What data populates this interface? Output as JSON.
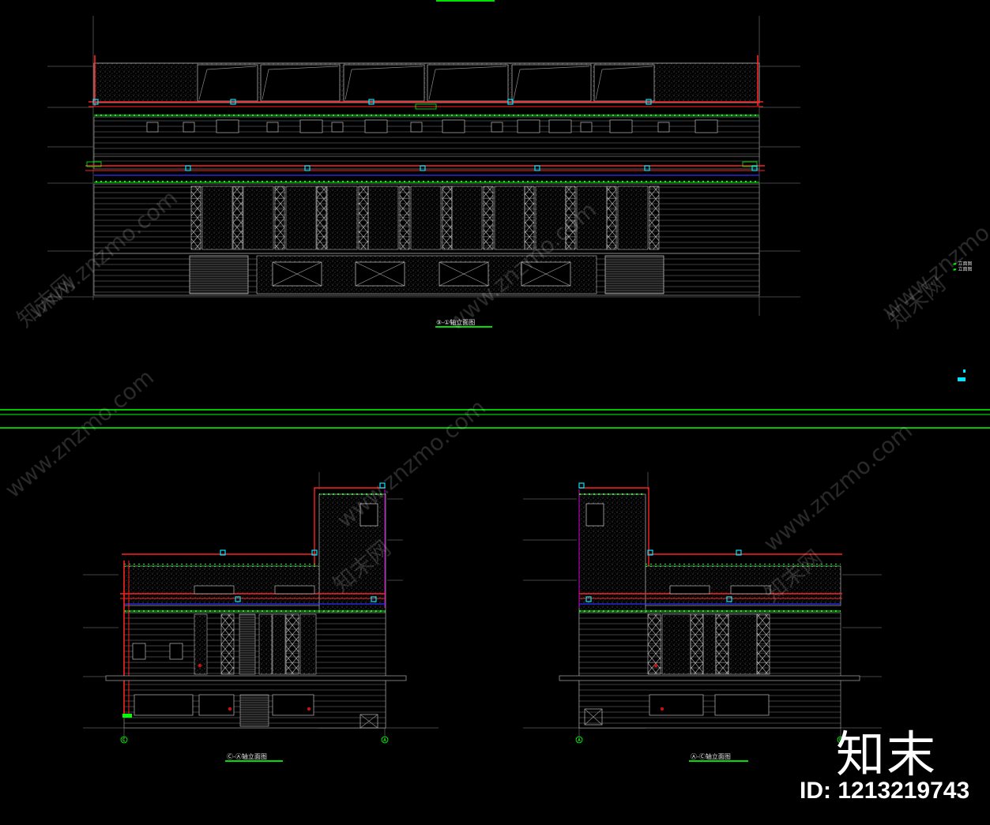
{
  "drawing": {
    "views": [
      {
        "title": "⑨-①轴立面图"
      },
      {
        "title": "Ⓒ-Ⓐ轴立面图"
      },
      {
        "title": "Ⓐ-Ⓒ轴立面图"
      }
    ],
    "axis_labels": {
      "left_c": "Ⓒ",
      "left_a": "Ⓐ",
      "right_a": "Ⓐ",
      "right_c": "Ⓒ"
    },
    "legend": [
      {
        "key": "▰",
        "label": "立面图"
      },
      {
        "key": "▰",
        "label": "立面图"
      }
    ]
  },
  "watermarks": {
    "site": "www.znzmo.com",
    "brand_cn": "知末网"
  },
  "branding": {
    "logo_text": "知末",
    "id_text": "ID: 1213219743"
  },
  "colors": {
    "background": "#000000",
    "linework": "#bdbdbd",
    "roof_red": "#ff2020",
    "parapet_green": "#00ff00",
    "accent_blue": "#3030ff",
    "accent_magenta": "#b000b0",
    "tag_cyan": "#00e5ff"
  }
}
